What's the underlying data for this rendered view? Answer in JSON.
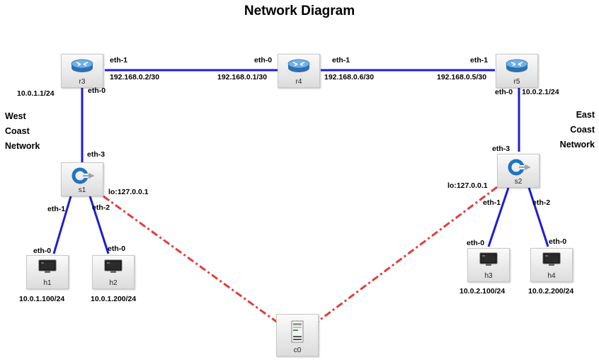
{
  "title": "Network Diagram",
  "regions": {
    "west": [
      "West",
      "Coast",
      "Network"
    ],
    "east": [
      "East",
      "Coast",
      "Network"
    ]
  },
  "nodes": {
    "r3": {
      "name": "r3",
      "type": "router"
    },
    "r4": {
      "name": "r4",
      "type": "router"
    },
    "r5": {
      "name": "r5",
      "type": "router"
    },
    "s1": {
      "name": "s1",
      "type": "switch"
    },
    "s2": {
      "name": "s2",
      "type": "switch"
    },
    "h1": {
      "name": "h1",
      "type": "host"
    },
    "h2": {
      "name": "h2",
      "type": "host"
    },
    "h3": {
      "name": "h3",
      "type": "host"
    },
    "h4": {
      "name": "h4",
      "type": "host"
    },
    "c0": {
      "name": "c0",
      "type": "controller"
    }
  },
  "labels": {
    "r3_eth1": "eth-1",
    "r3_eth1_ip": "192.168.0.2/30",
    "r3_eth0": "eth-0",
    "r3_lan_ip": "10.0.1.1/24",
    "r4_eth0": "eth-0",
    "r4_eth0_ip": "192.168.0.1/30",
    "r4_eth1": "eth-1",
    "r4_eth1_ip": "192.168.0.6/30",
    "r5_eth1": "eth-1",
    "r5_eth1_ip": "192.168.0.5/30",
    "r5_eth0": "eth-0",
    "r5_lan_ip": "10.0.2.1/24",
    "s1_eth3": "eth-3",
    "s1_eth1": "eth-1",
    "s1_eth2": "eth-2",
    "s1_lo": "lo:127.0.0.1",
    "s2_eth3": "eth-3",
    "s2_eth1": "eth-1",
    "s2_eth2": "eth-2",
    "s2_lo": "lo:127.0.0.1",
    "h1_eth0": "eth-0",
    "h1_ip": "10.0.1.100/24",
    "h2_eth0": "eth-0",
    "h2_ip": "10.0.1.200/24",
    "h3_eth0": "eth-0",
    "h3_ip": "10.0.2.100/24",
    "h4_eth0": "eth-0",
    "h4_ip": "10.0.2.200/24"
  },
  "colors": {
    "link": "#1d1dd6",
    "control_link": "#e23c3c",
    "router": "#4a8fd0"
  }
}
